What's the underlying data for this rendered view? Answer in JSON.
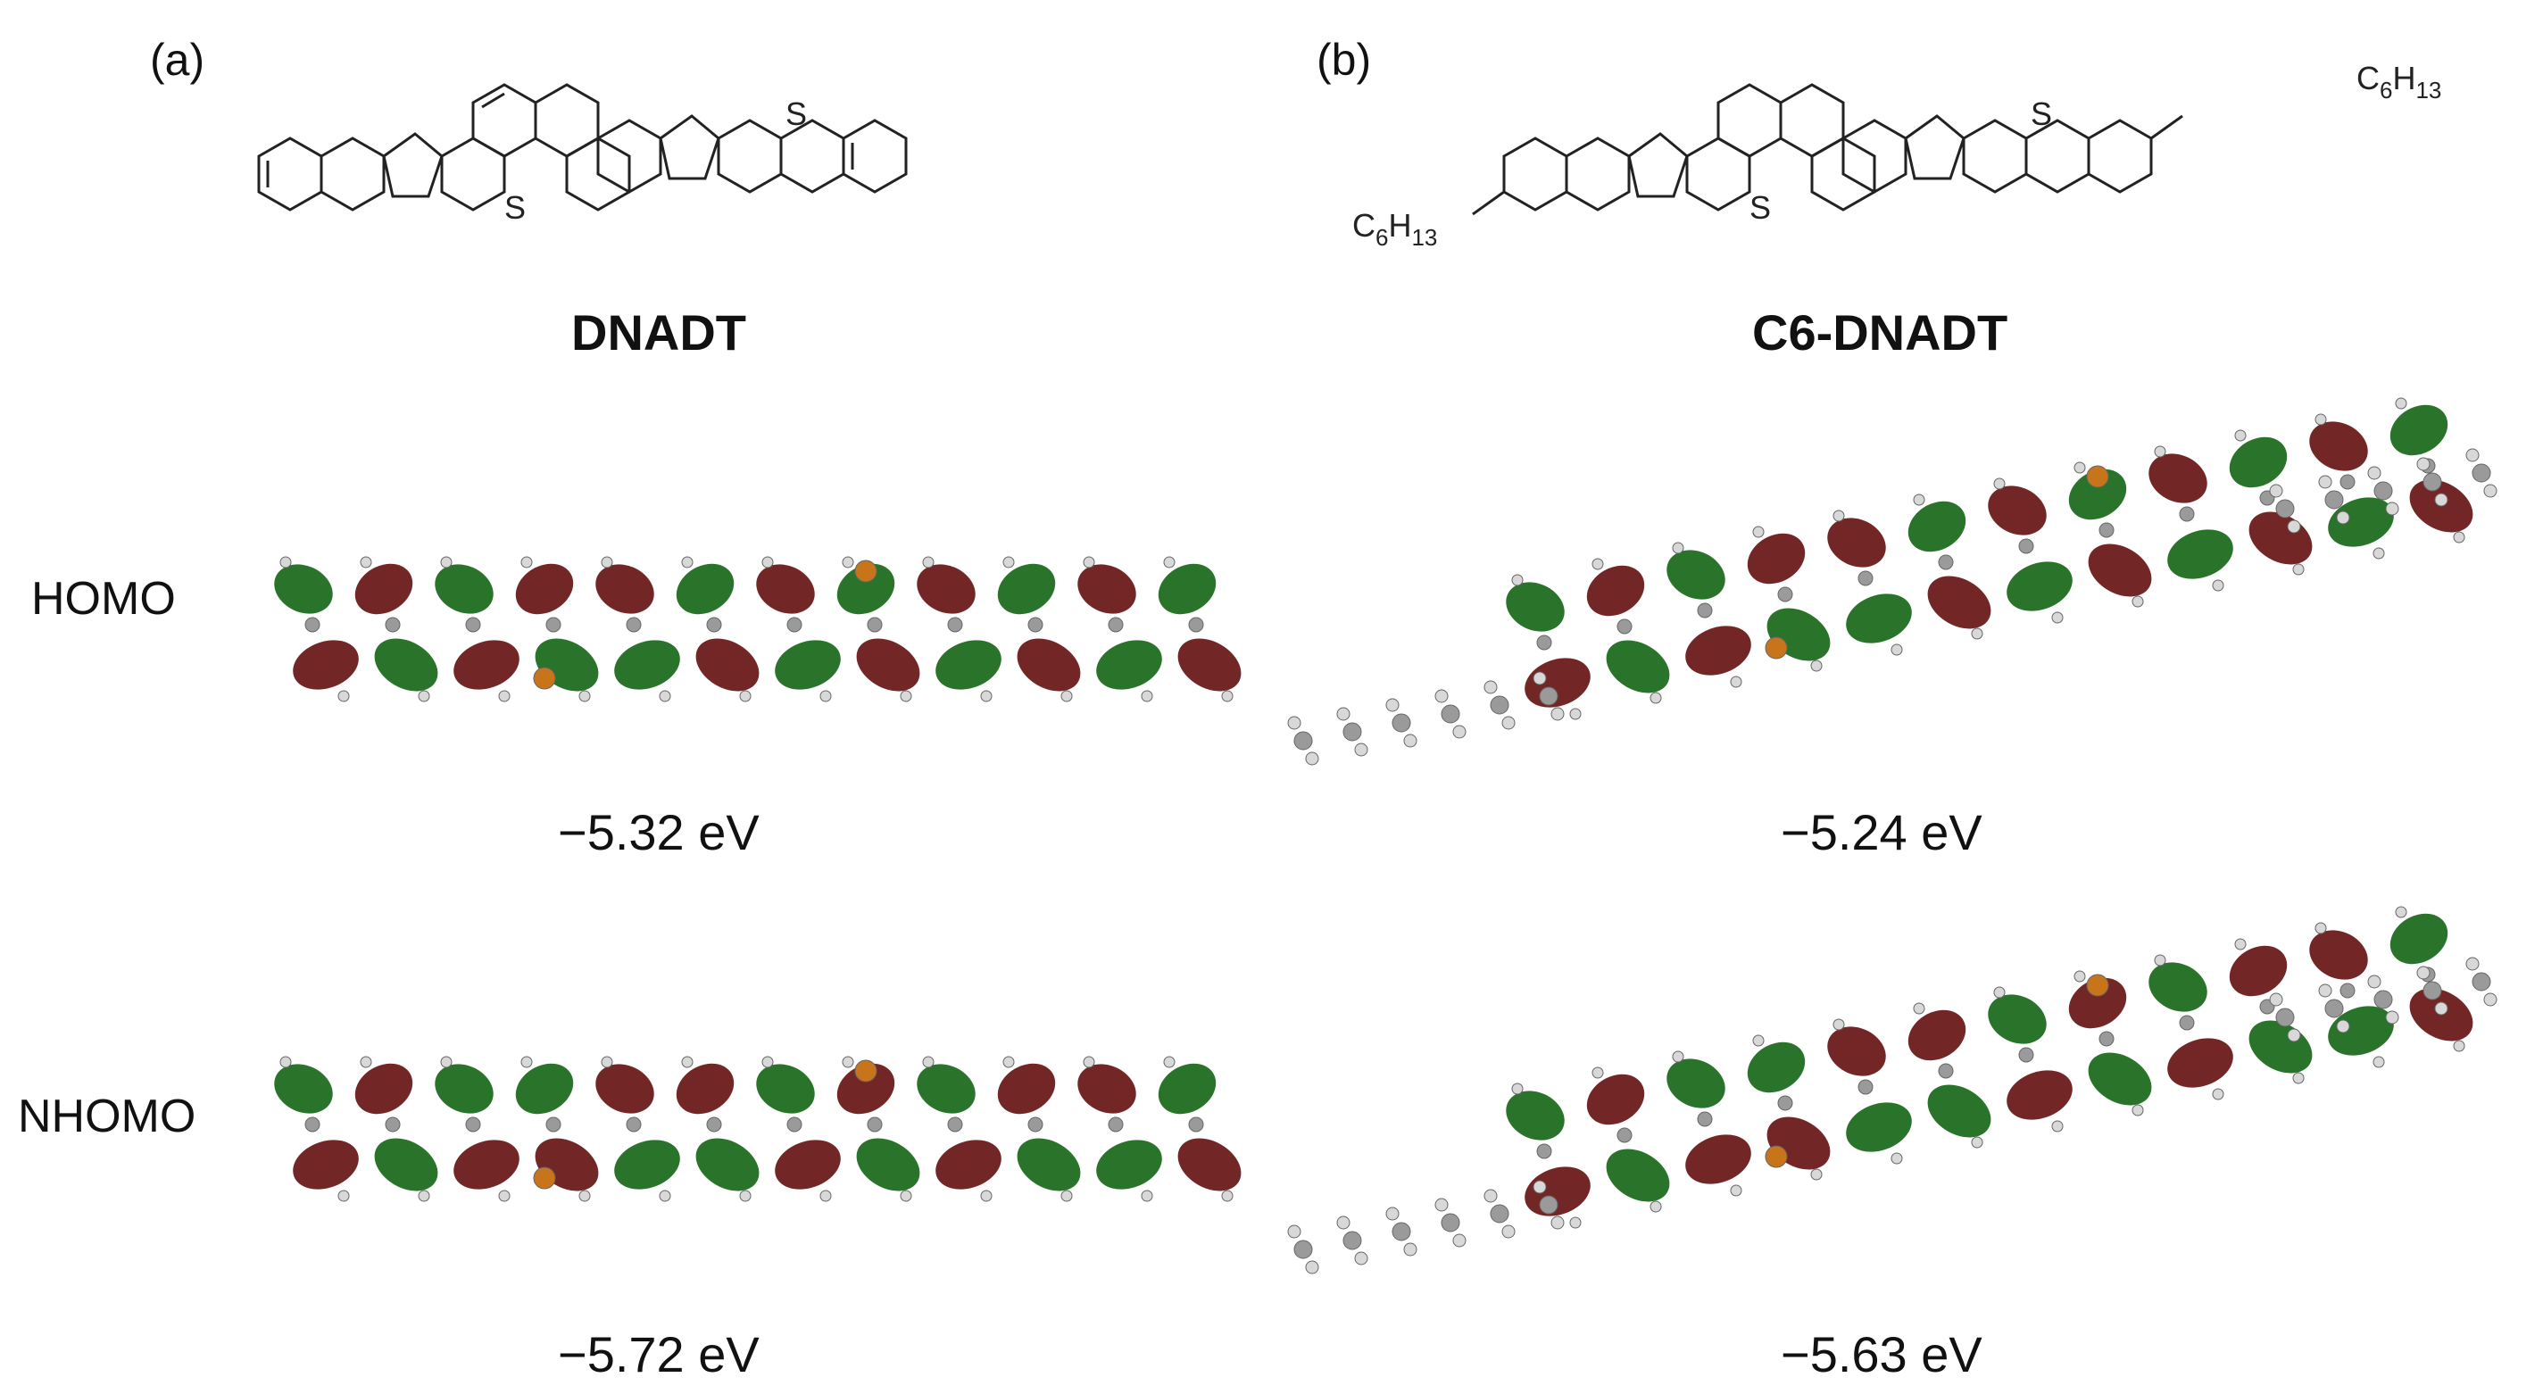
{
  "panel_a": {
    "label": "(a)",
    "molecule": "DNADT",
    "homo_energy": "−5.32 eV",
    "nhomo_energy": "−5.72 eV",
    "sulfur_top": "S",
    "sulfur_bottom": "S"
  },
  "panel_b": {
    "label": "(b)",
    "molecule": "C6-DNADT",
    "homo_energy": "−5.24 eV",
    "nhomo_energy": "−5.63 eV",
    "sulfur_top": "S",
    "sulfur_bottom": "S",
    "substituent": {
      "c": "C",
      "six": "6",
      "h": "H",
      "thirteen": "13"
    }
  },
  "rows": {
    "homo_label": "HOMO",
    "nhomo_label": "NHOMO"
  },
  "colors": {
    "lobe_green": "#1f6b1f",
    "lobe_red": "#6b1a1a",
    "sulfur": "#c8741a",
    "carbon": "#9a9a9a",
    "hydrogen": "#d8d8d8"
  }
}
